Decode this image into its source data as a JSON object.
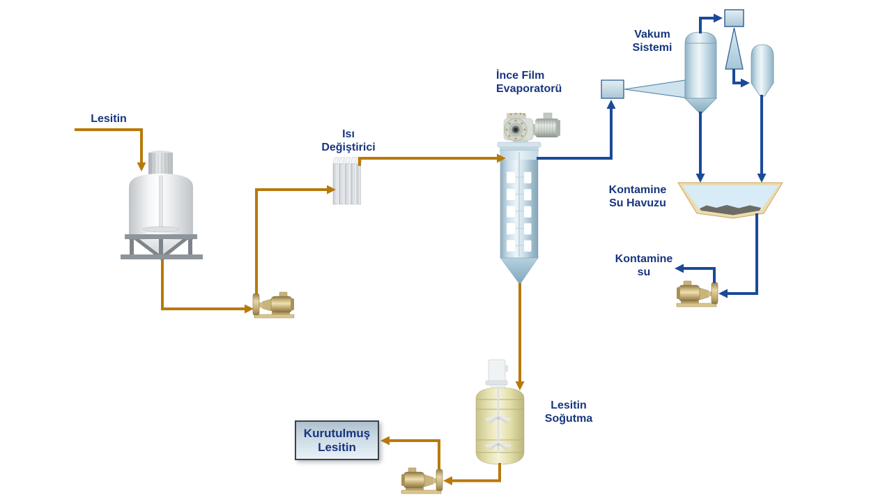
{
  "labels": {
    "lesitin": "Lesitin",
    "isi_degistirici": "Isı\nDeğiştirici",
    "ince_film_evaporatoru": "İnce Film\nEvaporatorü",
    "vakum_sistemi": "Vakum\nSistemi",
    "kontamine_su_havuzu": "Kontamine\nSu Havuzu",
    "kontamine_su": "Kontamine\nsu",
    "lesitin_sogutma": "Lesitin\nSoğutma",
    "kurutulmus_lesitin": "Kurutulmuş\nLesitin"
  },
  "colors": {
    "label_text": "#17357E",
    "product_line": "#B8790B",
    "water_line": "#1A4A99",
    "pool_wall": "#ECDCAE",
    "pool_water": "#D7ECF7"
  }
}
